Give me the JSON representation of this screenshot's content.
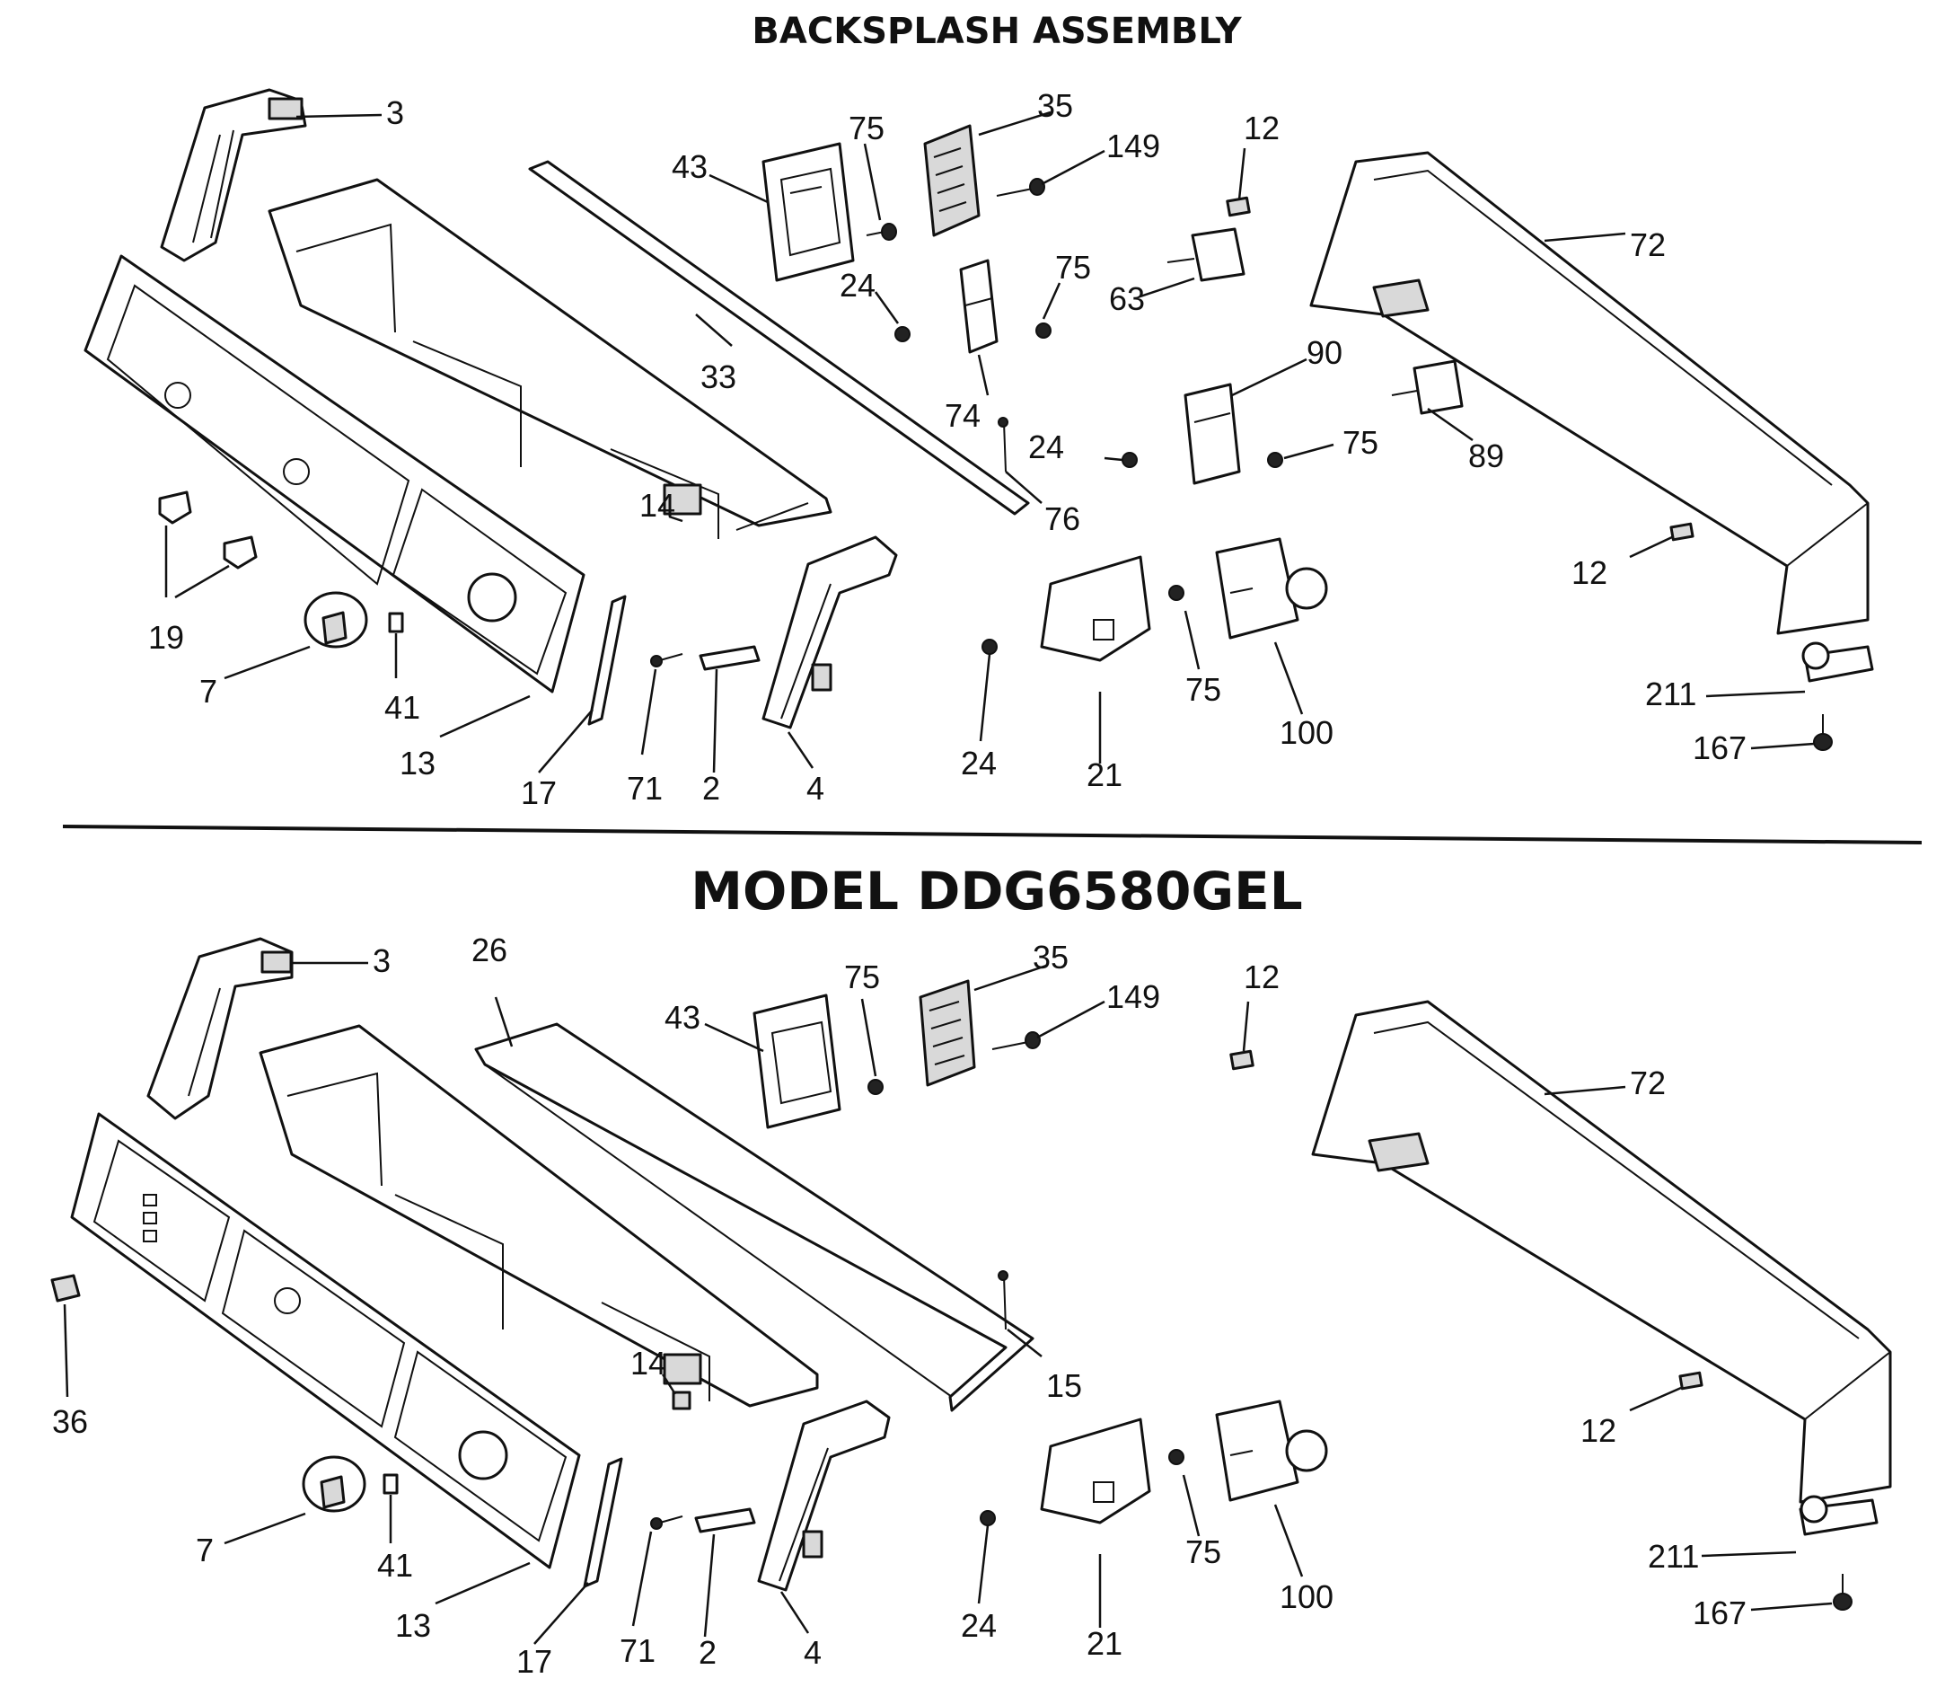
{
  "titles": {
    "top": "BACKSPLASH ASSEMBLY",
    "bottom": "MODEL DDG6580GEL"
  },
  "callouts": {
    "top": [
      "3",
      "43",
      "75",
      "35",
      "149",
      "12",
      "72",
      "24",
      "75",
      "63",
      "33",
      "74",
      "90",
      "75",
      "24",
      "89",
      "14",
      "76",
      "19",
      "7",
      "41",
      "13",
      "17",
      "71",
      "2",
      "4",
      "24",
      "21",
      "75",
      "100",
      "12",
      "211",
      "167"
    ],
    "bottom": [
      "3",
      "26",
      "43",
      "75",
      "35",
      "149",
      "12",
      "72",
      "36",
      "14",
      "15",
      "7",
      "41",
      "13",
      "17",
      "71",
      "2",
      "4",
      "24",
      "21",
      "75",
      "100",
      "12",
      "211",
      "167"
    ]
  }
}
